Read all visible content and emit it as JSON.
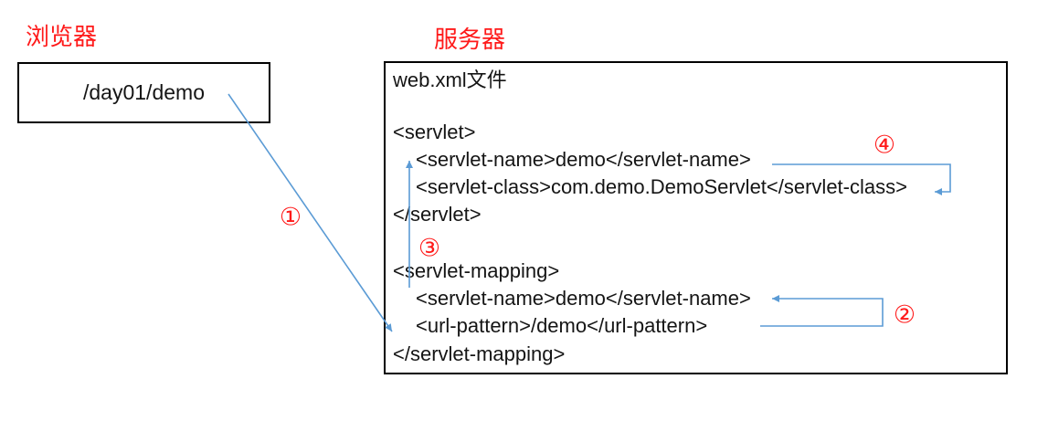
{
  "browser": {
    "label": "浏览器",
    "request_path": "/day01/demo"
  },
  "server": {
    "label": "服务器",
    "file_label": "web.xml文件",
    "code_lines": [
      "<servlet>",
      "<servlet-name>demo</servlet-name>",
      "<servlet-class>com.demo.DemoServlet</servlet-class>",
      "</servlet>",
      "<servlet-mapping>",
      "<servlet-name>demo</servlet-name>",
      "<url-pattern>/demo</url-pattern>",
      "</servlet-mapping>"
    ]
  },
  "steps": [
    {
      "label": "①"
    },
    {
      "label": "②"
    },
    {
      "label": "③"
    },
    {
      "label": "④"
    }
  ],
  "colors": {
    "arrow_blue": "#5b9bd5",
    "label_red": "#ff1a1a",
    "text_black": "#151515",
    "box_border": "#000000"
  }
}
